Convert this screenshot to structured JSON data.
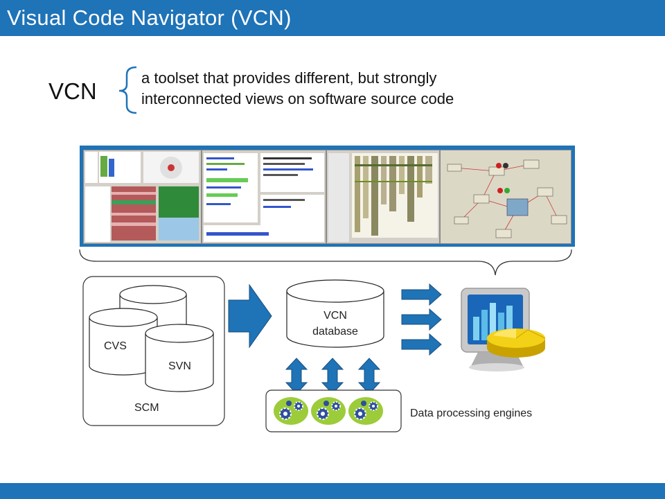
{
  "slide": {
    "title": "Visual Code Navigator (VCN)",
    "colors": {
      "accent": "#1f73b7",
      "text": "#111111"
    }
  },
  "definition": {
    "term": "VCN",
    "line1": "a toolset that provides different, but strongly",
    "line2": "interconnected views on software source code"
  },
  "screenshots": [
    {
      "icon": "dual-pane-tree-view"
    },
    {
      "icon": "code-text-view"
    },
    {
      "icon": "column-matrix-view"
    },
    {
      "icon": "graph-node-view"
    }
  ],
  "diagram": {
    "scm": {
      "label": "SCM",
      "repos": [
        "CVS",
        "SVN"
      ]
    },
    "database": {
      "line1": "VCN",
      "line2": "database"
    },
    "engines": {
      "label": "Data processing engines",
      "count": 3,
      "icon": "gears-icon"
    },
    "output": {
      "icon": "chart-monitor-icon"
    }
  }
}
